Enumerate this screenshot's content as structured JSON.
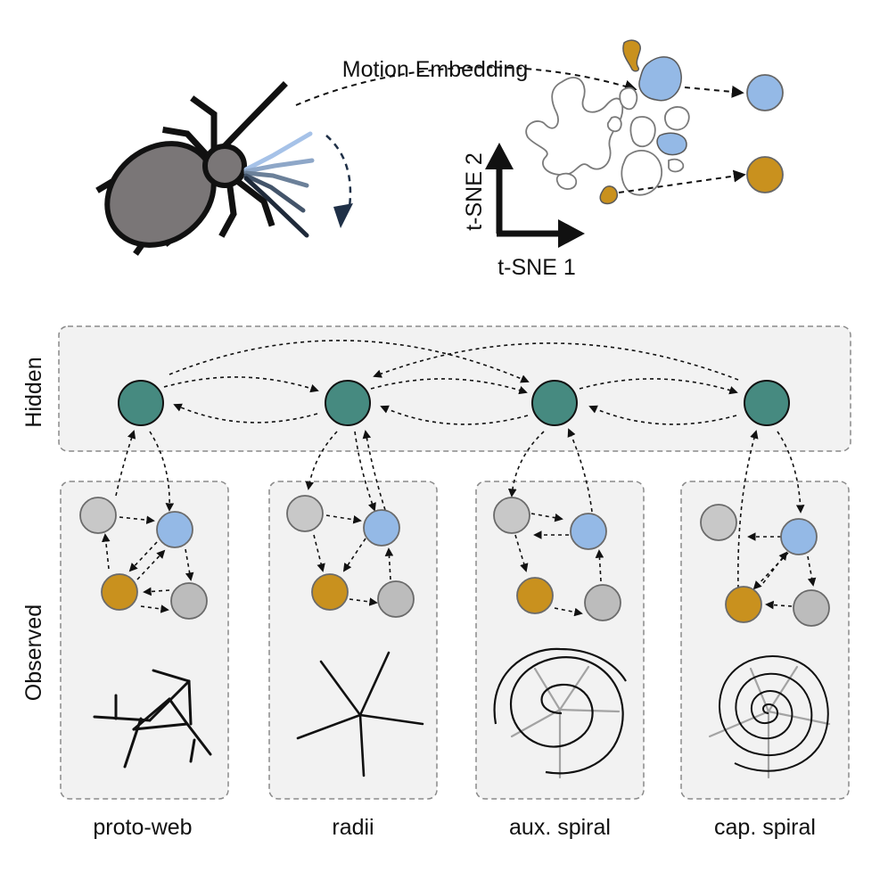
{
  "embedding": {
    "arrow_label": "Motion Embedding",
    "axis_x": "t-SNE 1",
    "axis_y": "t-SNE 2"
  },
  "layers": {
    "hidden": "Hidden",
    "observed": "Observed"
  },
  "stages": [
    {
      "label": "proto-web"
    },
    {
      "label": "radii"
    },
    {
      "label": "aux. spiral"
    },
    {
      "label": "cap. spiral"
    }
  ],
  "colors": {
    "hidden_state": "#468a80",
    "blue_state": "#94b9e6",
    "gold_state": "#c9911e",
    "gray_state": "#c8c8c8",
    "gray_state_dark": "#bcbcbc",
    "spider_body": "#7a7677",
    "panel_fill": "#f2f2f2",
    "panel_border": "#8a8a8a"
  }
}
